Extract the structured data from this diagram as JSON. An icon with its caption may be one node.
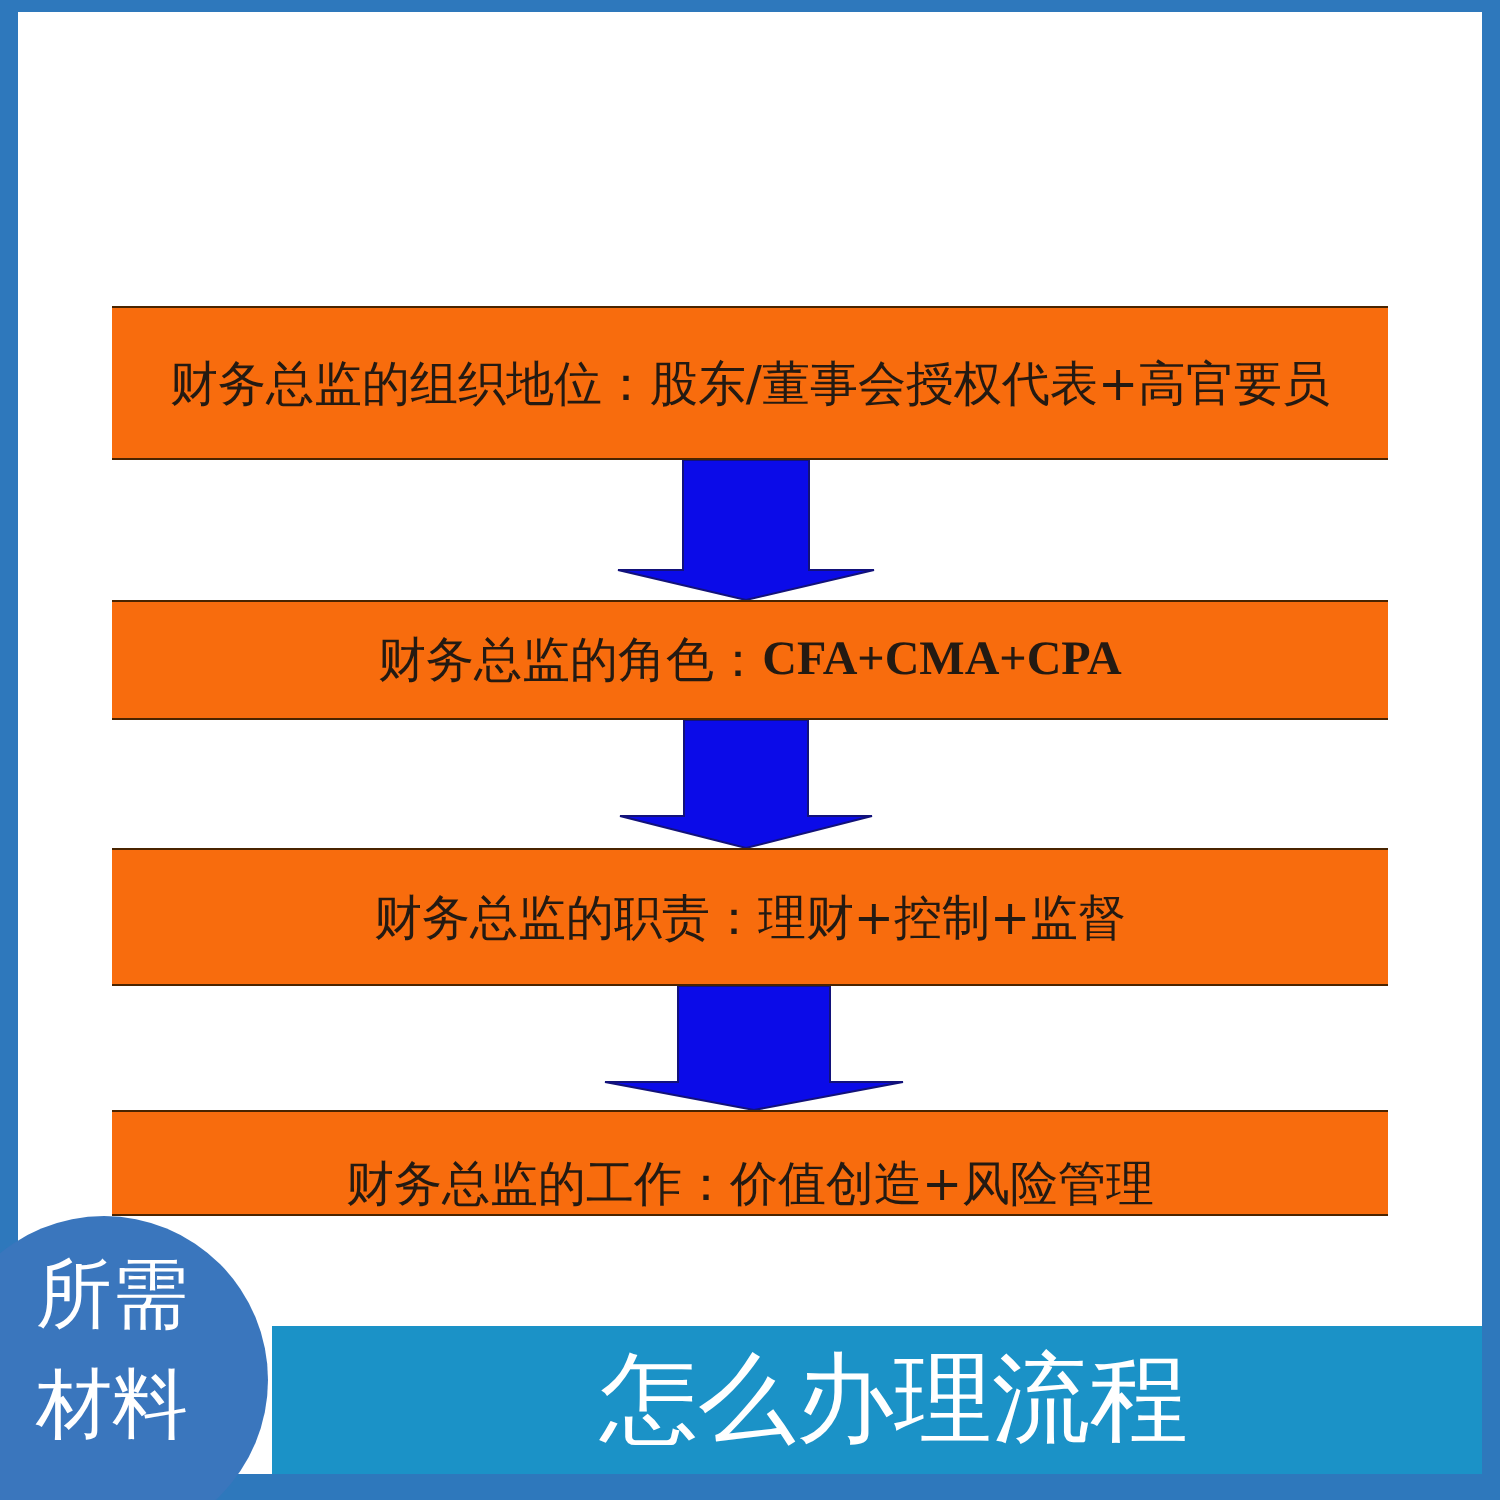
{
  "diagram": {
    "nodes": [
      {
        "text": [
          "财务总监的组织地位：股东/董事会授权代表+高官要员"
        ]
      },
      {
        "text": [
          "财务总监的角色：**CFA+CMA+CPA**"
        ]
      },
      {
        "text": [
          "财务总监的职责：理财+控制+监督"
        ]
      },
      {
        "text": [
          "财务总监的工作：价值创造+风险管理"
        ]
      },
      {
        "text": [
          "怎么办理流程"
        ]
      },
      {
        "text": [
          "所需材料"
        ]
      }
    ],
    "edges": [
      {
        "from": 0,
        "to": 1,
        "arrow": "to"
      },
      {
        "from": 1,
        "to": 2,
        "arrow": "to"
      },
      {
        "from": 2,
        "to": 3,
        "arrow": "to"
      }
    ]
  }
}
